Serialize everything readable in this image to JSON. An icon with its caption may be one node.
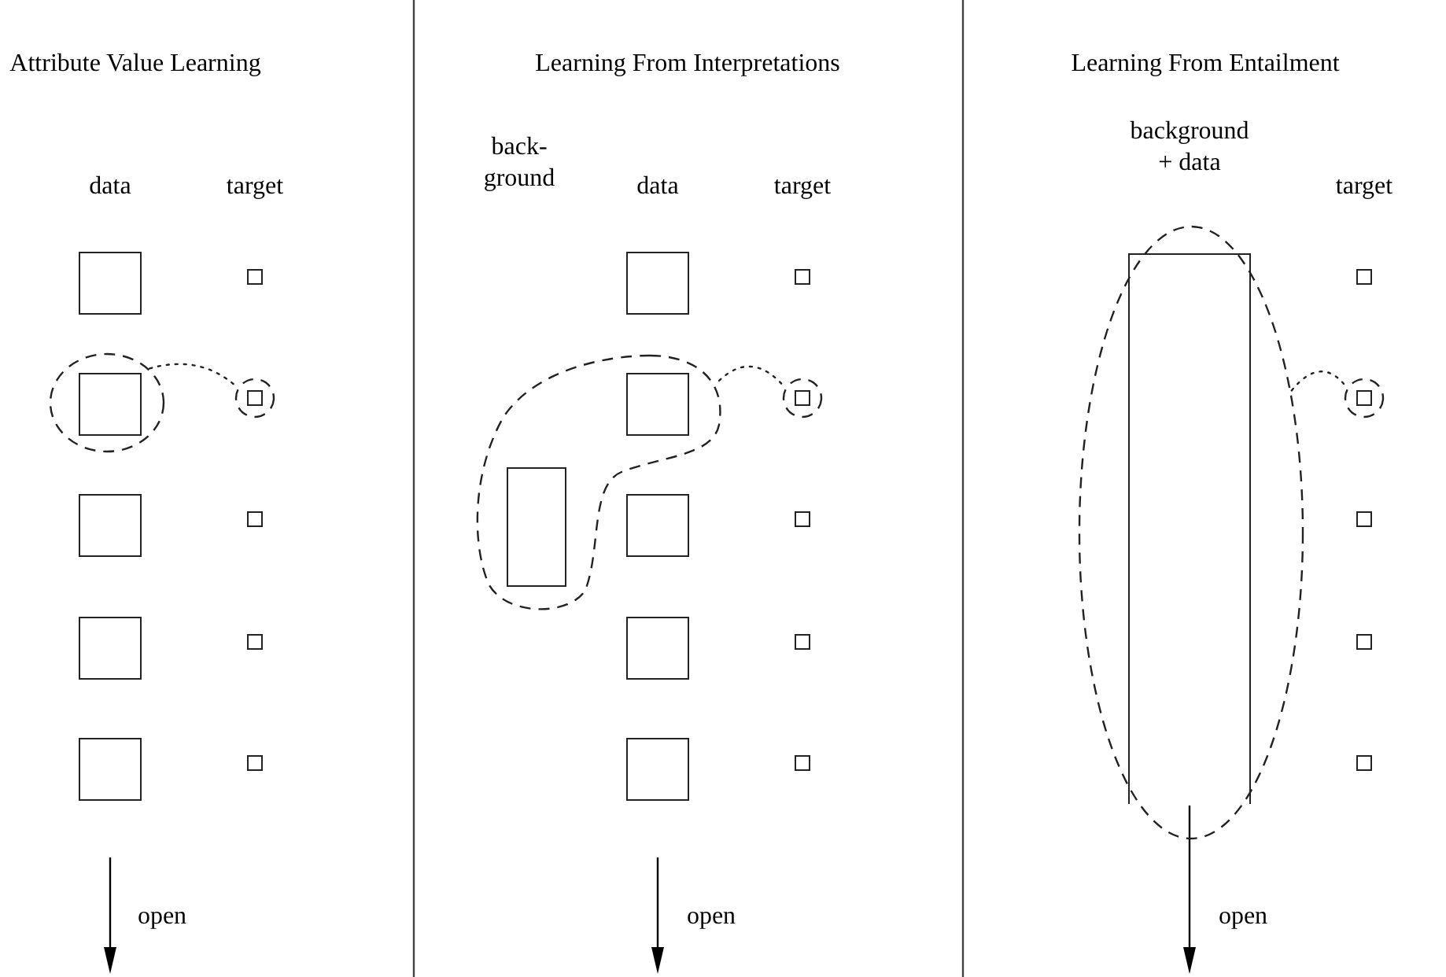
{
  "diagram": {
    "nodes": [
      {
        "text": [],
        "shape": "box"
      },
      {
        "text": [],
        "shape": "box"
      },
      {
        "text": [],
        "shape": "circle"
      },
      {
        "text": [],
        "shape": "box",
        "in": 2
      },
      {
        "text": [],
        "shape": "circle"
      },
      {
        "text": [],
        "shape": "box",
        "in": 4
      },
      {
        "text": [],
        "shape": "box"
      },
      {
        "text": [],
        "shape": "box"
      },
      {
        "text": [],
        "shape": "box"
      },
      {
        "text": [],
        "shape": "box"
      },
      {
        "text": [],
        "shape": "box"
      },
      {
        "text": [],
        "shape": "box"
      },
      {
        "text": [],
        "shape": "box"
      },
      {
        "text": [],
        "shape": "box"
      },
      {
        "text": [],
        "shape": "blob"
      },
      {
        "text": [],
        "shape": "box",
        "in": 14
      },
      {
        "text": [],
        "shape": "circle"
      },
      {
        "text": [],
        "shape": "box",
        "in": 16
      },
      {
        "text": [],
        "shape": "box",
        "in": 14
      },
      {
        "text": [],
        "shape": "box"
      },
      {
        "text": [],
        "shape": "box"
      },
      {
        "text": [],
        "shape": "box"
      },
      {
        "text": [],
        "shape": "box"
      },
      {
        "text": [],
        "shape": "box"
      },
      {
        "text": [],
        "shape": "box"
      },
      {
        "text": [],
        "shape": "circle"
      },
      {
        "text": [],
        "shape": "box",
        "in": 25
      },
      {
        "text": [],
        "shape": "box"
      },
      {
        "text": [],
        "shape": "circle"
      },
      {
        "text": [],
        "shape": "box",
        "in": 28
      },
      {
        "text": [],
        "shape": "box"
      },
      {
        "text": [],
        "shape": "box"
      },
      {
        "text": [],
        "shape": "box"
      }
    ],
    "edges": [
      {
        "from": 2,
        "to": 4,
        "arrow": "none",
        "style": "dashed"
      },
      {
        "from": 14,
        "to": 16,
        "arrow": "none",
        "style": "dashed"
      },
      {
        "from": 25,
        "to": 28,
        "arrow": "none",
        "style": "dashed"
      }
    ],
    "labels": [
      "Attribute Value Learning",
      "Learning From Interpretations",
      "Learning From Entailment",
      "data",
      "target",
      "back- ground",
      "data",
      "target",
      "background + data",
      "target",
      "open",
      "open",
      "open"
    ]
  }
}
